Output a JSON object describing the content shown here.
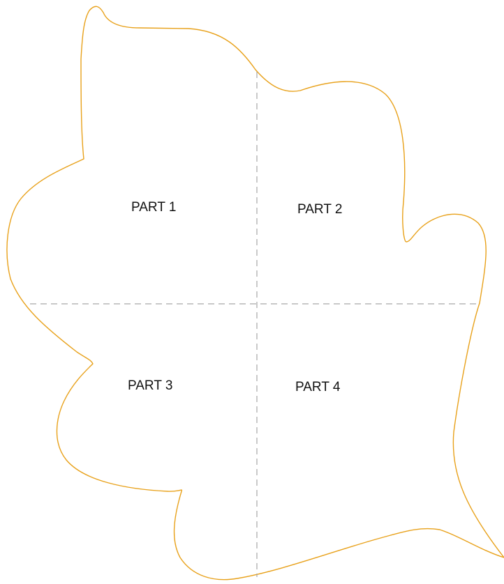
{
  "colors": {
    "outline": "#E8A11A",
    "divider": "#A6A6A6",
    "label": "#111111"
  },
  "parts": [
    {
      "label": "PART 1"
    },
    {
      "label": "PART 2"
    },
    {
      "label": "PART 3"
    },
    {
      "label": "PART 4"
    }
  ]
}
